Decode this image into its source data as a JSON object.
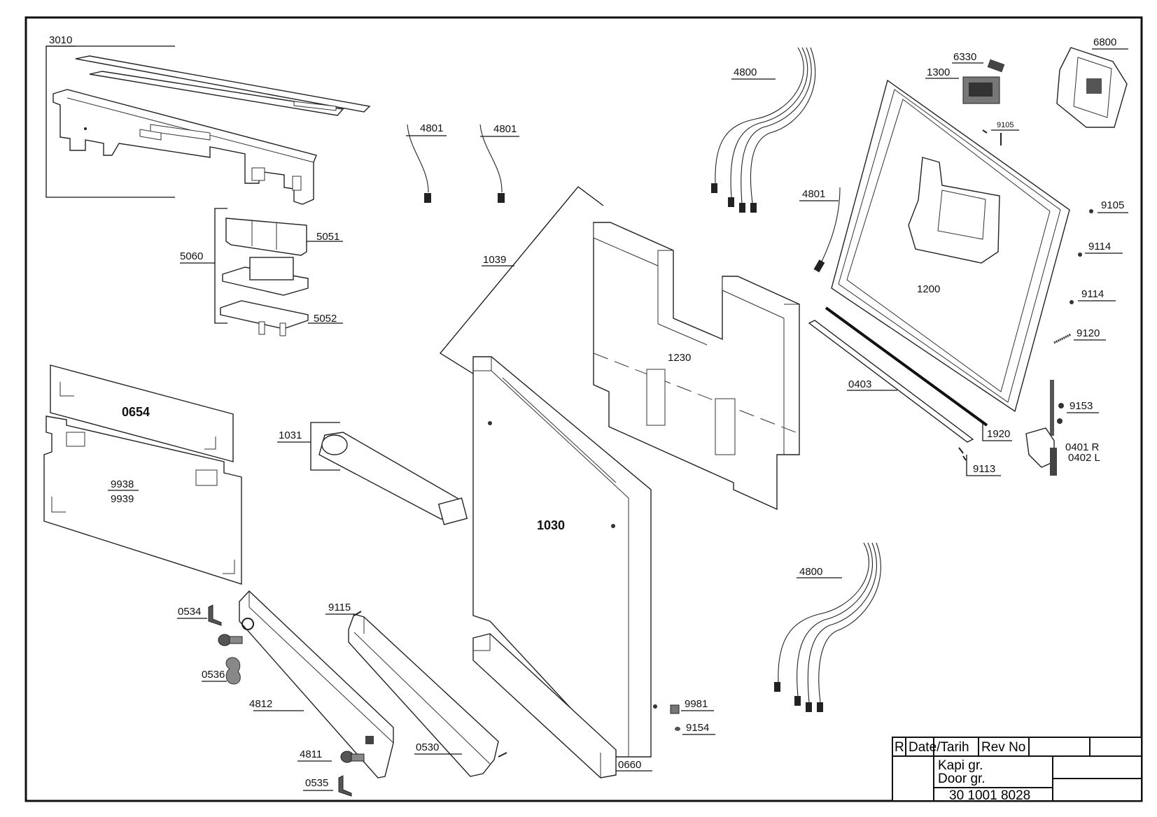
{
  "drawing": {
    "labels": {
      "l3010": "3010",
      "l4801a": "4801",
      "l4801b": "4801",
      "l4801c": "4801",
      "l4800a": "4800",
      "l4800b": "4800",
      "l6330": "6330",
      "l1300": "1300",
      "l6800": "6800",
      "l9105a": "9105",
      "l9105b": "9105",
      "l9114a": "9114",
      "l9114b": "9114",
      "l9120": "9120",
      "l9153": "9153",
      "l0401": "0401 R",
      "l0402": "0402 L",
      "l9113": "9113",
      "l1920": "1920",
      "l0403": "0403",
      "l1200": "1200",
      "l1230": "1230",
      "l1039": "1039",
      "l1030": "1030",
      "l1031": "1031",
      "l5060": "5060",
      "l5051": "5051",
      "l5052": "5052",
      "l0654": "0654",
      "l9938": "9938",
      "l9939": "9939",
      "l0534": "0534",
      "l0536": "0536",
      "l4812": "4812",
      "l4811": "4811",
      "l0535": "0535",
      "l9115": "9115",
      "l0530": "0530",
      "l0660": "0660",
      "l9981": "9981",
      "l9154": "9154"
    }
  },
  "title_block": {
    "r": "R",
    "date_header": "Date/Tarih",
    "rev_header": "Rev No",
    "title_tr": "Kapi gr.",
    "title_en": "Door gr.",
    "drawing_number": "30 1001 8028"
  }
}
